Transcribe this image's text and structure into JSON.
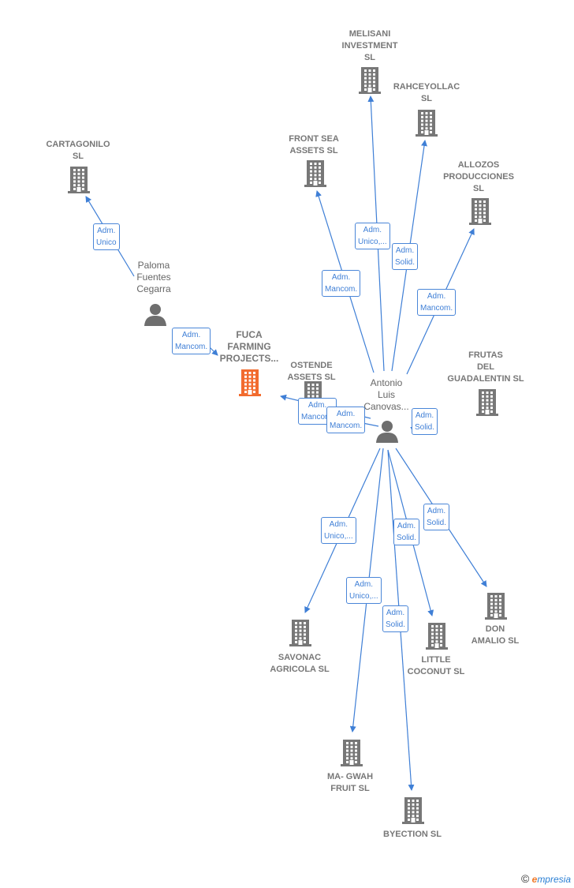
{
  "nodes": {
    "melisani": {
      "label": [
        "MELISANI",
        "INVESTMENT",
        "SL"
      ],
      "kind": "company"
    },
    "rahceyollac": {
      "label": [
        "RAHCEYOLLAC",
        "SL"
      ],
      "kind": "company"
    },
    "frontsea": {
      "label": [
        "FRONT SEA",
        "ASSETS  SL"
      ],
      "kind": "company"
    },
    "cartagonilo": {
      "label": [
        "CARTAGONILO",
        "SL"
      ],
      "kind": "company"
    },
    "allozos": {
      "label": [
        "ALLOZOS",
        "PRODUCCIONES",
        "SL"
      ],
      "kind": "company"
    },
    "paloma": {
      "label": [
        "Paloma",
        "Fuentes",
        "Cegarra"
      ],
      "kind": "person"
    },
    "fuca": {
      "label": [
        "FUCA",
        "FARMING",
        "PROJECTS..."
      ],
      "kind": "main"
    },
    "ostende": {
      "label": [
        "OSTENDE",
        "ASSETS  SL"
      ],
      "kind": "company"
    },
    "antonio": {
      "label": [
        "Antonio",
        "Luis",
        "Canovas..."
      ],
      "kind": "person"
    },
    "frutas": {
      "label": [
        "FRUTAS",
        "DEL",
        "GUADALENTIN SL"
      ],
      "kind": "company"
    },
    "savonac": {
      "label": [
        "SAVONAC",
        "AGRICOLA  SL"
      ],
      "kind": "company"
    },
    "little": {
      "label": [
        "LITTLE",
        "COCONUT  SL"
      ],
      "kind": "company"
    },
    "don": {
      "label": [
        "DON",
        "AMALIO SL"
      ],
      "kind": "company"
    },
    "magwah": {
      "label": [
        "MA- GWAH",
        "FRUIT  SL"
      ],
      "kind": "company"
    },
    "byection": {
      "label": [
        "BYECTION  SL"
      ],
      "kind": "company"
    }
  },
  "edges": [
    {
      "from": "paloma",
      "to": "cartagonilo",
      "label": [
        "Adm.",
        "Unico"
      ]
    },
    {
      "from": "paloma",
      "to": "fuca",
      "label": [
        "Adm.",
        "Mancom."
      ]
    },
    {
      "from": "antonio",
      "to": "melisani",
      "label": [
        "Adm.",
        "Unico,..."
      ]
    },
    {
      "from": "antonio",
      "to": "rahceyollac",
      "label": [
        "Adm.",
        "Solid."
      ]
    },
    {
      "from": "antonio",
      "to": "frontsea",
      "label": [
        "Adm.",
        "Mancom."
      ]
    },
    {
      "from": "antonio",
      "to": "allozos",
      "label": [
        "Adm.",
        "Mancom."
      ]
    },
    {
      "from": "antonio",
      "to": "ostende",
      "label": [
        "Adm.",
        "Mancom."
      ]
    },
    {
      "from": "antonio",
      "to": "fuca",
      "label": [
        "Adm.",
        "Mancom."
      ]
    },
    {
      "from": "antonio",
      "to": "frutas",
      "label": [
        "Adm.",
        "Solid."
      ]
    },
    {
      "from": "antonio",
      "to": "savonac",
      "label": [
        "Adm.",
        "Unico,..."
      ]
    },
    {
      "from": "antonio",
      "to": "magwah",
      "label": [
        "Adm.",
        "Unico,..."
      ]
    },
    {
      "from": "antonio",
      "to": "byection",
      "label": [
        "Adm.",
        "Solid."
      ]
    },
    {
      "from": "antonio",
      "to": "little",
      "label": [
        "Adm.",
        "Solid."
      ]
    },
    {
      "from": "antonio",
      "to": "don",
      "label": [
        "Adm.",
        "Solid."
      ]
    }
  ],
  "footer": {
    "copyright": "©",
    "brand_initial": "e",
    "brand_rest": "mpresia"
  },
  "colors": {
    "edge": "#3f7fd6",
    "building": "#777777",
    "main_building": "#f26b2e",
    "person": "#6e6e6e"
  }
}
